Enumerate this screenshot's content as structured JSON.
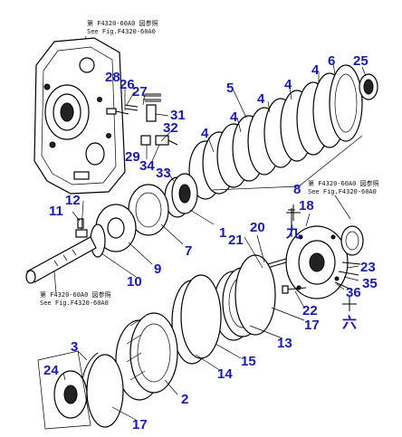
{
  "refs": {
    "top_1": "第 F4320-60A0 図参照",
    "top_2": "See Fig.F4320-60A0",
    "right_1": "第 F4320-60A0 図参照",
    "right_2": "See Fig.F4320-60A0",
    "left_1": "第 F4320-60A0 図参照",
    "left_2": "See Fig.F4320-60A0"
  },
  "labels": {
    "p1": "1",
    "p2": "2",
    "p3": "3",
    "p4a": "4",
    "p4b": "4",
    "p4c": "4",
    "p4d": "4",
    "p4e": "4",
    "p5": "5",
    "p6": "6",
    "p7": "7",
    "p8": "8",
    "p9": "9",
    "p10": "10",
    "p11": "11",
    "p12": "12",
    "p13": "13",
    "p14": "14",
    "p15": "15",
    "p17a": "17",
    "p17b": "17",
    "p18": "18",
    "p20": "20",
    "p21": "21",
    "p22": "22",
    "p23": "23",
    "p24": "24",
    "p25": "25",
    "p26": "26",
    "p27": "27",
    "p28": "28",
    "p29": "29",
    "p31": "31",
    "p32": "32",
    "p33": "33",
    "p34": "34",
    "p35": "35",
    "p36": "36"
  },
  "marks": {
    "ku": "九",
    "roku": "六"
  }
}
